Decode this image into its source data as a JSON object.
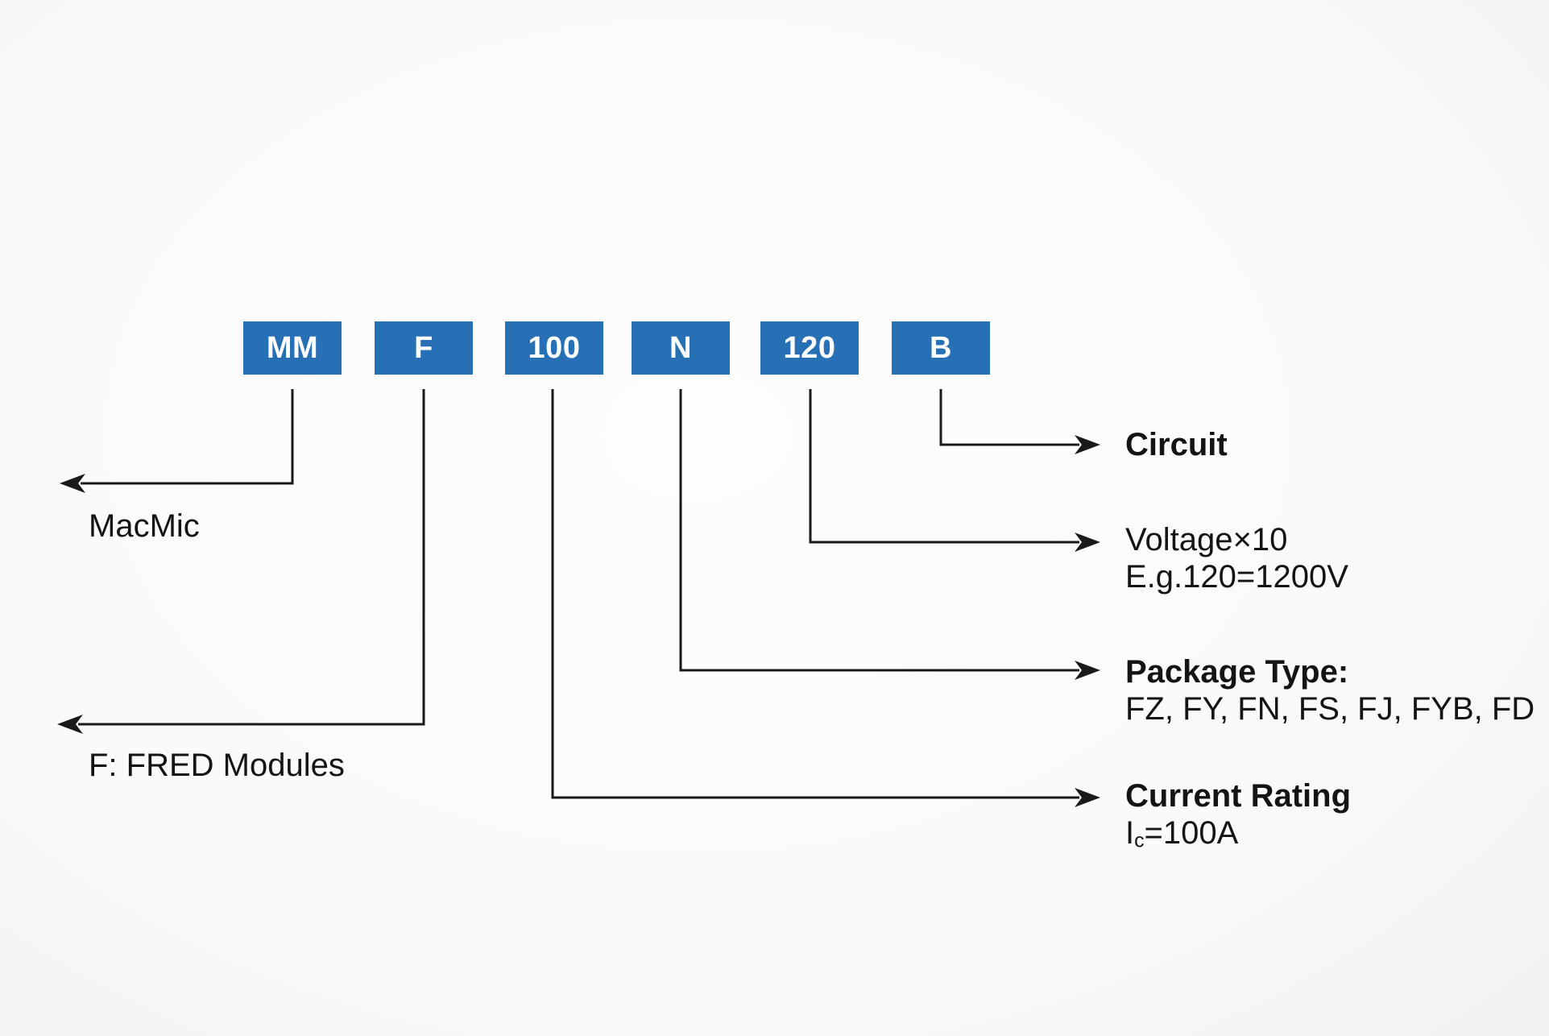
{
  "part_code": {
    "segments": [
      "MM",
      "F",
      "100",
      "N",
      "120",
      "B"
    ]
  },
  "callouts": {
    "manufacturer": {
      "label": "MacMic"
    },
    "series": {
      "label": "F: FRED Modules"
    },
    "circuit": {
      "title": "Circuit"
    },
    "voltage": {
      "title": "Voltage×10",
      "example": "E.g.120=1200V"
    },
    "package": {
      "title": "Package Type:",
      "options": "FZ, FY, FN, FS, FJ, FYB, FD"
    },
    "current": {
      "title": "Current Rating",
      "symbol": "I",
      "symbol_subscript": "c",
      "value": "=100A"
    }
  },
  "colors": {
    "box_blue": "#2870b5",
    "box_text": "#ffffff",
    "line": "#1a1a1a",
    "text": "#141414",
    "background": "#fafafa"
  }
}
